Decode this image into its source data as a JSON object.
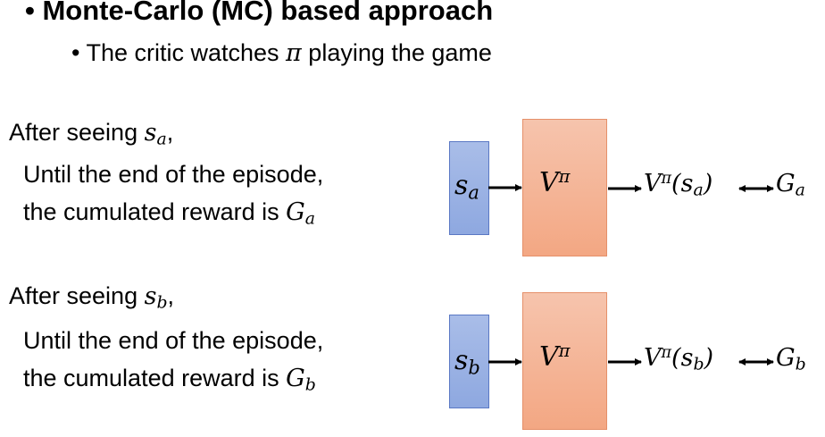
{
  "header": {
    "bullet": "•",
    "title": "Monte-Carlo (MC) based approach",
    "sub_bullet": "•",
    "subtitle_prefix": "The critic watches ",
    "subtitle_symbol": "π",
    "subtitle_suffix": " playing the game"
  },
  "case_a": {
    "lead_prefix": "After seeing ",
    "lead_var": "s",
    "lead_sub": "a",
    "lead_suffix": ",",
    "line1": "Until the end of the episode,",
    "line2_prefix": "the cumulated reward is ",
    "line2_var": "G",
    "line2_sub": "a",
    "input_var": "s",
    "input_sub": "a",
    "critic_var": "V",
    "critic_sup": "π",
    "output_var": "V",
    "output_sup": "π",
    "output_arg_open": "(",
    "output_arg_var": "s",
    "output_arg_sub": "a",
    "output_arg_close": ")",
    "target_var": "G",
    "target_sub": "a"
  },
  "case_b": {
    "lead_prefix": "After seeing ",
    "lead_var": "s",
    "lead_sub": "b",
    "lead_suffix": ",",
    "line1": "Until the end of the episode,",
    "line2_prefix": "the cumulated reward is ",
    "line2_var": "G",
    "line2_sub": "b",
    "input_var": "s",
    "input_sub": "b",
    "critic_var": "V",
    "critic_sup": "π",
    "output_var": "V",
    "output_sup": "π",
    "output_arg_open": "(",
    "output_arg_var": "s",
    "output_arg_sub": "b",
    "output_arg_close": ")",
    "target_var": "G",
    "target_sub": "b"
  }
}
